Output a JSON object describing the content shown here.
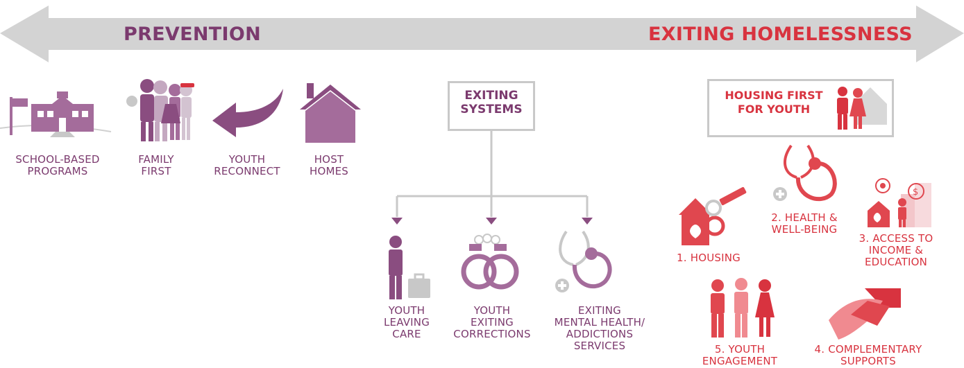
{
  "arrow": {
    "left_heading": "PREVENTION",
    "right_heading": "EXITING HOMELESSNESS"
  },
  "prevention": [
    {
      "line1": "SCHOOL-BASED",
      "line2": "PROGRAMS",
      "icon": "school-icon"
    },
    {
      "line1": "FAMILY",
      "line2": "FIRST",
      "icon": "family-icon"
    },
    {
      "line1": "YOUTH",
      "line2": "RECONNECT",
      "icon": "curved-arrow-icon"
    },
    {
      "line1": "HOST",
      "line2": "HOMES",
      "icon": "house-icon"
    }
  ],
  "exiting_systems": {
    "title_line1": "EXITING",
    "title_line2": "SYSTEMS",
    "items": [
      {
        "line1": "YOUTH",
        "line2": "LEAVING",
        "line3": "CARE",
        "icon": "youth-with-suitcase-icon"
      },
      {
        "line1": "YOUTH",
        "line2": "EXITING",
        "line3": "CORRECTIONS",
        "icon": "handcuffs-icon"
      },
      {
        "line1": "EXITING",
        "line2": "MENTAL HEALTH/",
        "line3": "ADDICTIONS",
        "line4": "SERVICES",
        "icon": "stethoscope-icon"
      }
    ]
  },
  "housing_first": {
    "title_line1": "HOUSING FIRST",
    "title_line2": "FOR YOUTH",
    "principles": [
      {
        "line1": "1. HOUSING",
        "icon": "house-keys-icon"
      },
      {
        "line1": "2. HEALTH &",
        "line2": "WELL-BEING",
        "icon": "stethoscope-icon"
      },
      {
        "line1": "3. ACCESS TO",
        "line2": "INCOME &",
        "line3": "EDUCATION",
        "icon": "income-education-icon"
      },
      {
        "line1": "4. COMPLEMENTARY",
        "line2": "SUPPORTS",
        "icon": "handshake-icon"
      },
      {
        "line1": "5. YOUTH",
        "line2": "ENGAGEMENT",
        "icon": "youth-group-icon"
      }
    ]
  },
  "colors": {
    "prevention": "#7b3a6e",
    "exiting_homelessness": "#d8333f",
    "icon_purple": "#a46c9b",
    "icon_red": "#e0474f",
    "arrow_gray": "#cfcfcf",
    "box_border": "#c9c9c9"
  }
}
